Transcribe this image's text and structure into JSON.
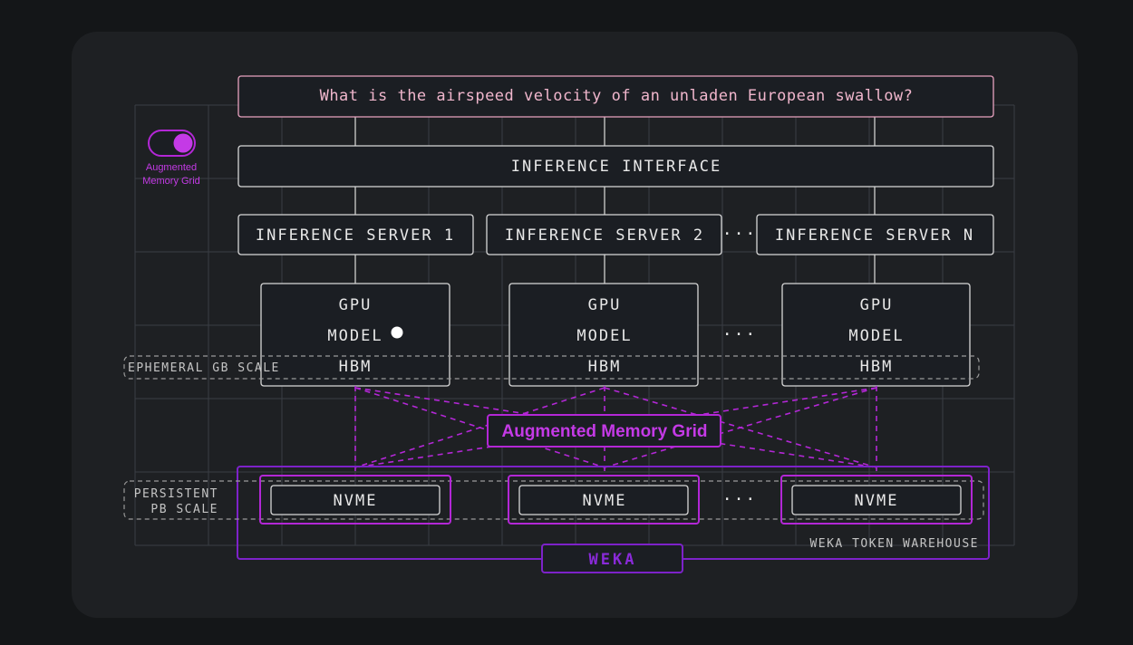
{
  "question": "What is the airspeed velocity of an unladen European swallow?",
  "toggle": {
    "label_line1": "Augmented",
    "label_line2": "Memory Grid",
    "state": "on"
  },
  "interface_label": "INFERENCE INTERFACE",
  "servers": [
    "INFERENCE SERVER 1",
    "INFERENCE SERVER 2",
    "INFERENCE SERVER N"
  ],
  "gpu": {
    "title": "GPU",
    "model": "MODEL",
    "memory": "HBM"
  },
  "ellipsis": "···",
  "scales": {
    "ephemeral": "EPHEMERAL GB SCALE",
    "persistent_line1": "PERSISTENT",
    "persistent_line2": "PB SCALE"
  },
  "grid_label": "Augmented Memory Grid",
  "nvme_label": "NVME",
  "warehouse_label": "WEKA TOKEN WAREHOUSE",
  "weka_label": "WEKA",
  "colors": {
    "accent": "#b327d6",
    "weka": "#7d22c9",
    "question_text": "#f0b6cc",
    "question_border": "#e8a2bf"
  }
}
